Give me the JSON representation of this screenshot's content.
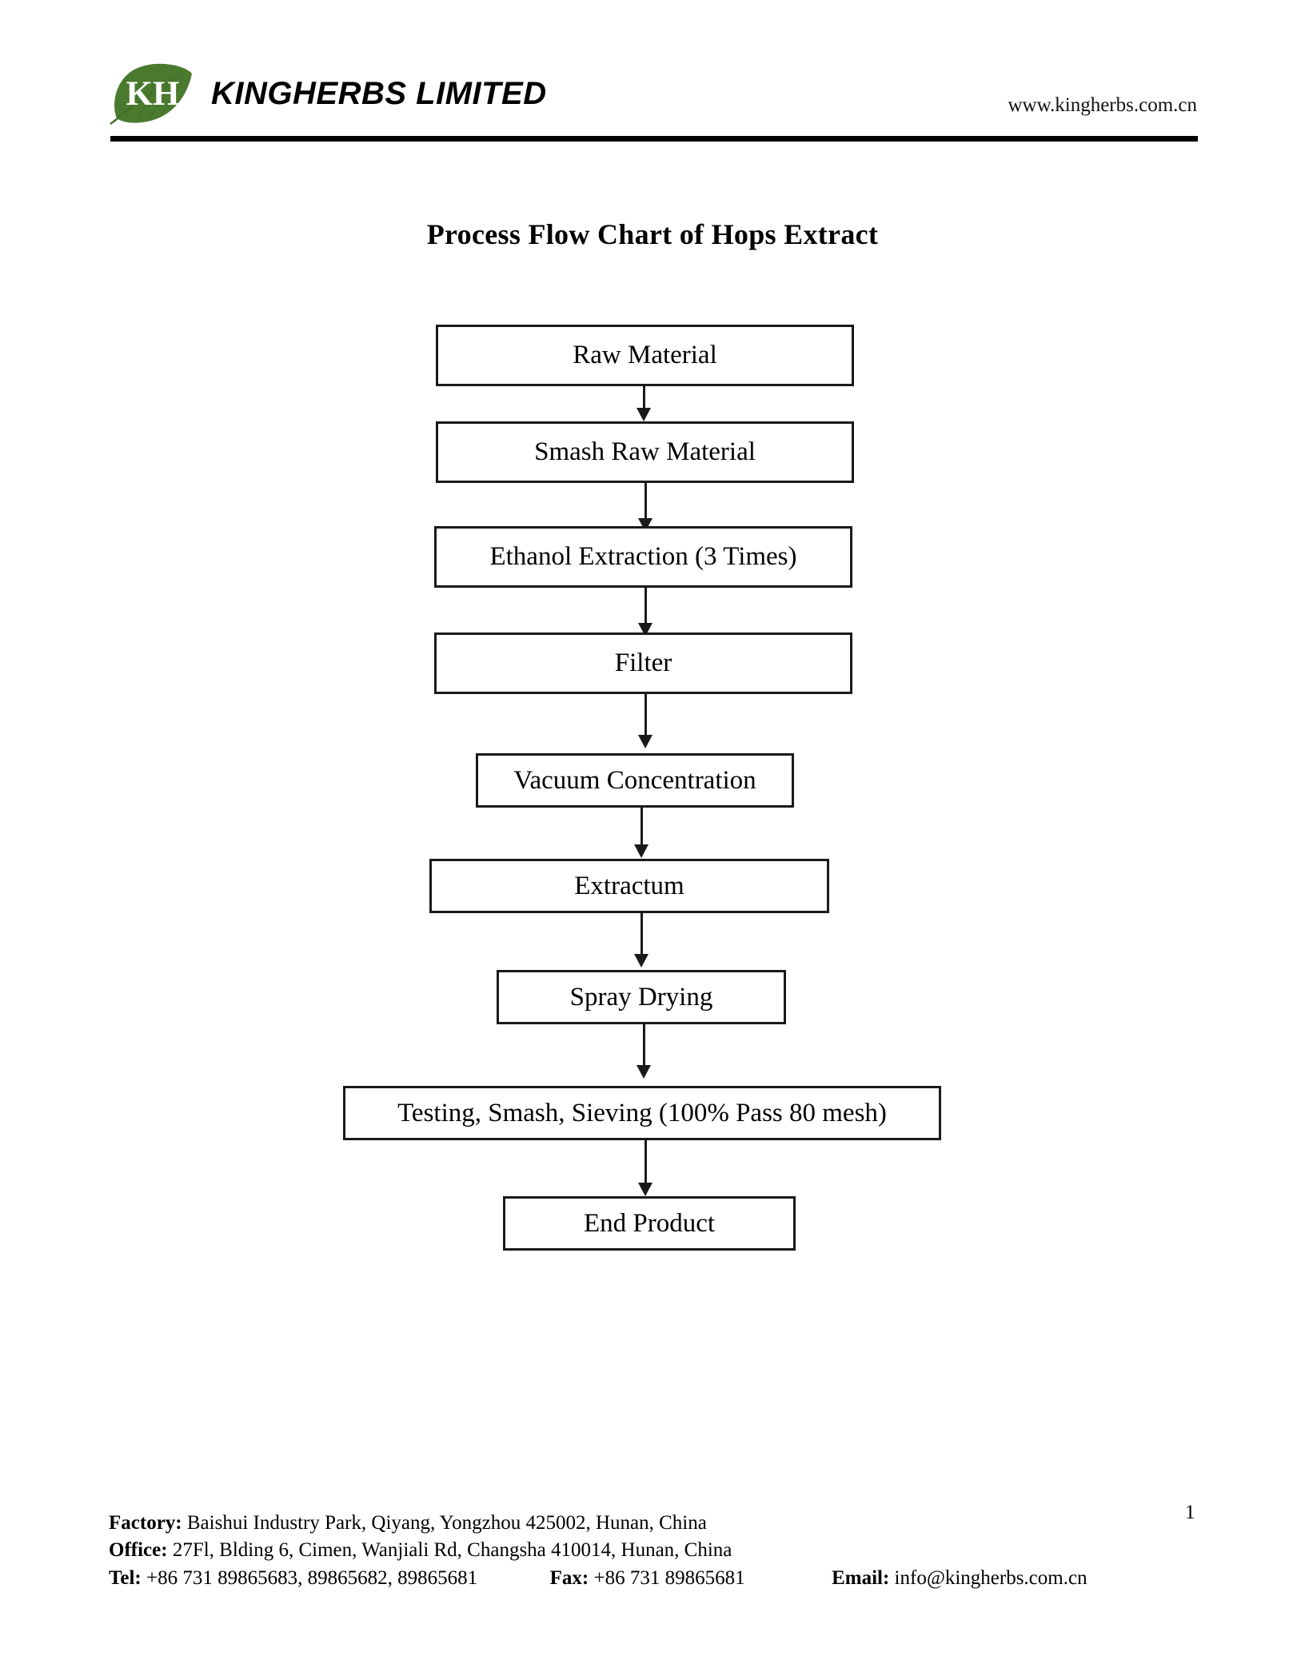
{
  "header": {
    "logo_text": "KH",
    "logo_icon": "leaf-icon",
    "company_name": "KINGHERBS LIMITED",
    "website": "www.kingherbs.com.cn",
    "leaf_color": "#4a7a2e"
  },
  "title": "Process Flow Chart of Hops Extract",
  "chart_data": {
    "type": "diagram",
    "title": "Process Flow Chart of Hops Extract",
    "orientation": "vertical",
    "nodes": [
      {
        "id": "raw-material",
        "label": "Raw Material"
      },
      {
        "id": "smash-raw-material",
        "label": "Smash Raw Material"
      },
      {
        "id": "ethanol-extraction",
        "label": "Ethanol Extraction (3 Times)"
      },
      {
        "id": "filter",
        "label": "Filter"
      },
      {
        "id": "vacuum-concentration",
        "label": "Vacuum Concentration"
      },
      {
        "id": "extractum",
        "label": "Extractum"
      },
      {
        "id": "spray-drying",
        "label": "Spray Drying"
      },
      {
        "id": "testing-smash-sieving",
        "label": "Testing, Smash, Sieving (100% Pass 80 mesh)"
      },
      {
        "id": "end-product",
        "label": "End Product"
      }
    ],
    "edges": [
      {
        "from": "raw-material",
        "to": "smash-raw-material"
      },
      {
        "from": "smash-raw-material",
        "to": "ethanol-extraction"
      },
      {
        "from": "ethanol-extraction",
        "to": "filter"
      },
      {
        "from": "filter",
        "to": "vacuum-concentration"
      },
      {
        "from": "vacuum-concentration",
        "to": "extractum"
      },
      {
        "from": "extractum",
        "to": "spray-drying"
      },
      {
        "from": "spray-drying",
        "to": "testing-smash-sieving"
      },
      {
        "from": "testing-smash-sieving",
        "to": "end-product"
      }
    ]
  },
  "footer": {
    "factory_label": "Factory:",
    "factory_value": "Baishui Industry Park, Qiyang, Yongzhou 425002, Hunan, China",
    "office_label": "Office:",
    "office_value": "27Fl, Blding 6, Cimen, Wanjiali Rd, Changsha 410014, Hunan, China",
    "tel_label": "Tel:",
    "tel_value": "+86 731 89865683, 89865682, 89865681",
    "fax_label": "Fax:",
    "fax_value": "+86 731 89865681",
    "email_label": "Email:",
    "email_value": "info@kingherbs.com.cn",
    "page_number": "1"
  }
}
